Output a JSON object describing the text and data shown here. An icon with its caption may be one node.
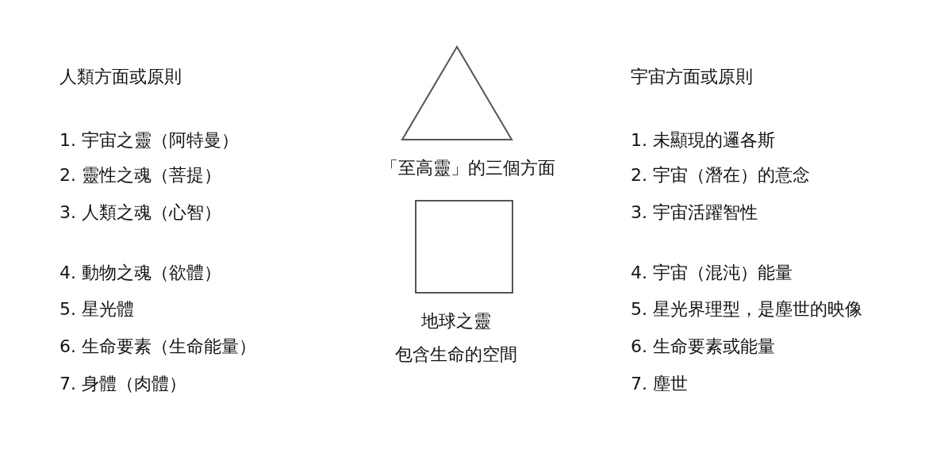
{
  "diagram": {
    "nodes": [
      {
        "text": [],
        "shape": "triangle",
        "beside": [
          "「至高靈」的三個方面"
        ]
      },
      {
        "text": [],
        "shape": "box",
        "beside": [
          "地球之靈",
          "包含生命的空間"
        ]
      }
    ],
    "labels": [
      "人類方面或原則",
      "1. 宇宙之靈（阿特曼）",
      "2. 靈性之魂（菩提）",
      "3. 人類之魂（心智）",
      "4. 動物之魂（欲體）",
      "5. 星光體",
      "6. 生命要素（生命能量）",
      "7. 身體（肉體）",
      "宇宙方面或原則",
      "1. 未顯現的邏各斯",
      "2. 宇宙（潛在）的意念",
      "3. 宇宙活躍智性",
      "4. 宇宙（混沌）能量",
      "5. 星光界理型，是塵世的映像",
      "6. 生命要素或能量",
      "7. 塵世"
    ]
  }
}
